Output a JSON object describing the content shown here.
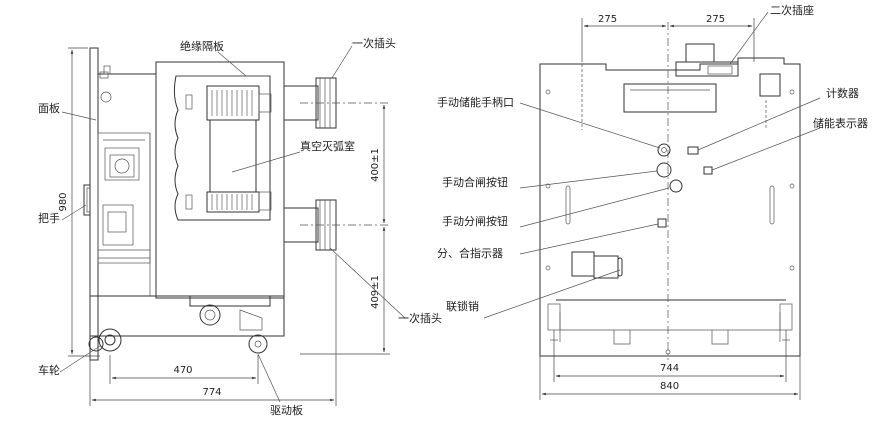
{
  "left_view": {
    "labels": {
      "panel": "面板",
      "handle": "把手",
      "wheel": "车轮",
      "insulation_partition": "绝缘隔板",
      "primary_plug_top": "一次插头",
      "vacuum_interrupter": "真空灭弧室",
      "primary_plug_bottom": "一次插头",
      "drive_plate": "驱动板"
    },
    "dimensions": {
      "height_980": "980",
      "vertical_400": "400±1",
      "vertical_409": "409±1",
      "width_470": "470",
      "width_774": "774"
    }
  },
  "right_view": {
    "labels": {
      "secondary_socket": "二次插座",
      "counter": "计数器",
      "storage_indicator": "储能表示器",
      "manual_storage_port": "手动储能手柄口",
      "manual_close_button": "手动合闸按钮",
      "manual_open_button": "手动分闸按钮",
      "open_close_indicator": "分、合指示器",
      "interlock_pin": "联锁销"
    },
    "dimensions": {
      "top_left_275": "275",
      "top_right_275": "275",
      "width_744": "744",
      "width_840": "840"
    }
  }
}
